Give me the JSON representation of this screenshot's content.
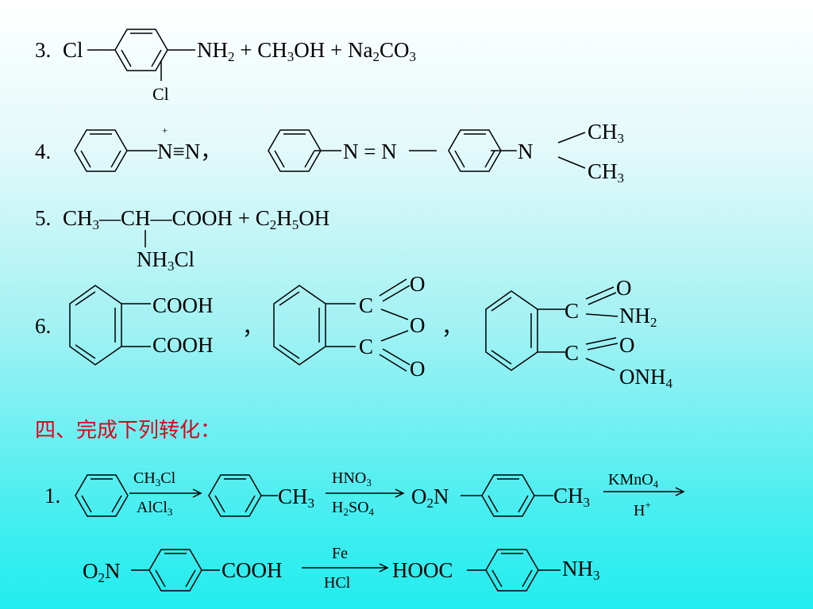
{
  "p3": {
    "number": "3.",
    "cl_left": "Cl",
    "nh": "NH",
    "two": "2",
    "plus1": " + CH",
    "three": "3",
    "oh": "OH + Na",
    "two_b": "2",
    "co": "CO",
    "three_b": "3",
    "cl_sub": "Cl"
  },
  "p4": {
    "number": "4.",
    "plus_charge": "+",
    "nn_triple": "N≡N，",
    "azo": "N = N",
    "n": "N",
    "ch": "CH",
    "three": "3"
  },
  "p5": {
    "number": "5.",
    "ch3": "CH",
    "three": "3",
    "chain": "—CH—COOH + C",
    "two": "2",
    "h": "H",
    "five": "5",
    "oh": "OH",
    "nh": "NH",
    "cl": "Cl"
  },
  "p6": {
    "number": "6.",
    "cooh": "COOH",
    "comma": "，",
    "c": "C",
    "o": "O",
    "nh": "NH",
    "two": "2",
    "onh": "ONH",
    "four": "4"
  },
  "heading": "四、完成下列转化：",
  "conv1": {
    "number": "1.",
    "r1_top_ch": "CH",
    "r1_top_3": "3",
    "r1_top_cl": "Cl",
    "r1_bot_alcl": "AlCl",
    "r1_bot_3": "3",
    "ch": "CH",
    "three": "3",
    "r2_top_hno": "HNO",
    "r2_top_3": "3",
    "r2_bot_h": "H",
    "r2_bot_2": "2",
    "r2_bot_so": "SO",
    "r2_bot_4": "4",
    "o": "O",
    "two": "2",
    "n": "N",
    "r3_top_kmno": "KMnO",
    "r3_top_4": "4",
    "r3_bot_h": "H",
    "r3_bot_plus": "+",
    "cooh": "COOH",
    "r4_top": "Fe",
    "r4_bot": "HCl",
    "hooc": "HOOC",
    "nh": "NH",
    "nh3_3": "3"
  }
}
